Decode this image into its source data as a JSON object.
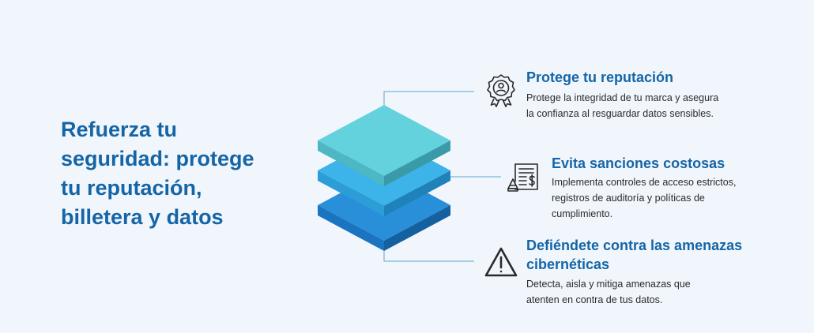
{
  "headline": {
    "line1": "Refuerza tu",
    "line2": "seguridad: protege",
    "line3": "tu reputación,",
    "line4": "billetera y datos"
  },
  "features": [
    {
      "icon": "award-badge-icon",
      "title": "Protege tu reputación",
      "desc_line1": "Protege la integridad de tu marca y asegura",
      "desc_line2": "la confianza al resguardar datos sensibles."
    },
    {
      "icon": "invoice-sanctions-icon",
      "title": "Evita sanciones costosas",
      "desc_line1": "Implementa controles de acceso estrictos,",
      "desc_line2": "registros de auditoría y políticas de",
      "desc_line3": "cumplimiento."
    },
    {
      "icon": "warning-triangle-icon",
      "title_line1": "Defiéndete contra las amenazas",
      "title_line2": "cibernéticas",
      "desc_line1": "Detecta, aisla y mitiga amenazas que",
      "desc_line2": "atenten en contra de tus datos."
    }
  ],
  "colors": {
    "background": "#f1f6fd",
    "heading": "#1565a6",
    "layer_top": "#5fcfd9",
    "layer_middle": "#33aee6",
    "layer_bottom": "#1e80d0",
    "connector": "#5aa6cf"
  }
}
